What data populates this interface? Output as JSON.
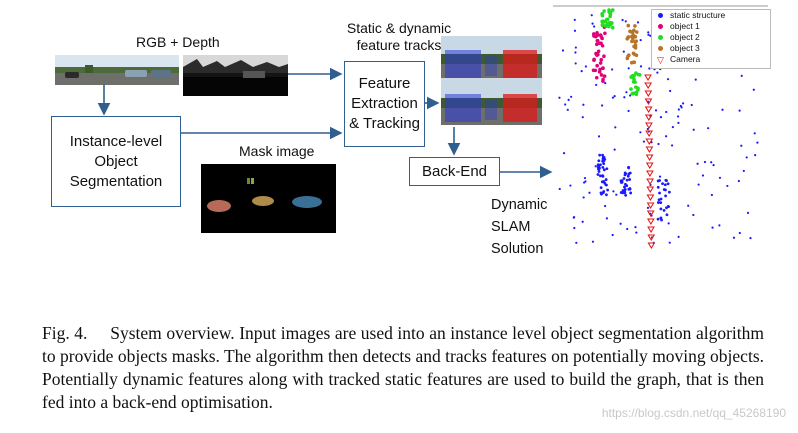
{
  "labels": {
    "rgb_depth": "RGB + Depth",
    "static_dynamic": "Static & dynamic",
    "feature_tracks": "feature tracks",
    "mask_image": "Mask image",
    "dynamic": "Dynamic",
    "slam": "SLAM",
    "solution": "Solution"
  },
  "boxes": {
    "segmentation": [
      "Instance-level",
      "Object",
      "Segmentation"
    ],
    "feature": [
      "Feature",
      "Extraction",
      "& Tracking"
    ],
    "backend": "Back-End"
  },
  "legend": [
    {
      "label": "static structure",
      "color": "#1a1aff"
    },
    {
      "label": "object 1",
      "color": "#e0007a"
    },
    {
      "label": "object 2",
      "color": "#22dd22"
    },
    {
      "label": "object 3",
      "color": "#b8742a"
    },
    {
      "label": "Camera",
      "color": "#e01010"
    }
  ],
  "caption": {
    "fig": "Fig. 4.",
    "text": "System overview. Input images are used into an instance level object segmentation algorithm to provide objects masks. The algorithm then detects and tracks features on potentially moving objects. Potentially dynamic features along with tracked static features are used to build the graph, that is then fed into a back-end optimisation."
  },
  "watermark": "https://blog.csdn.net/qq_45268190",
  "colors": {
    "arrow": "#2f5f8f",
    "box_border": "#2f5f8f"
  }
}
